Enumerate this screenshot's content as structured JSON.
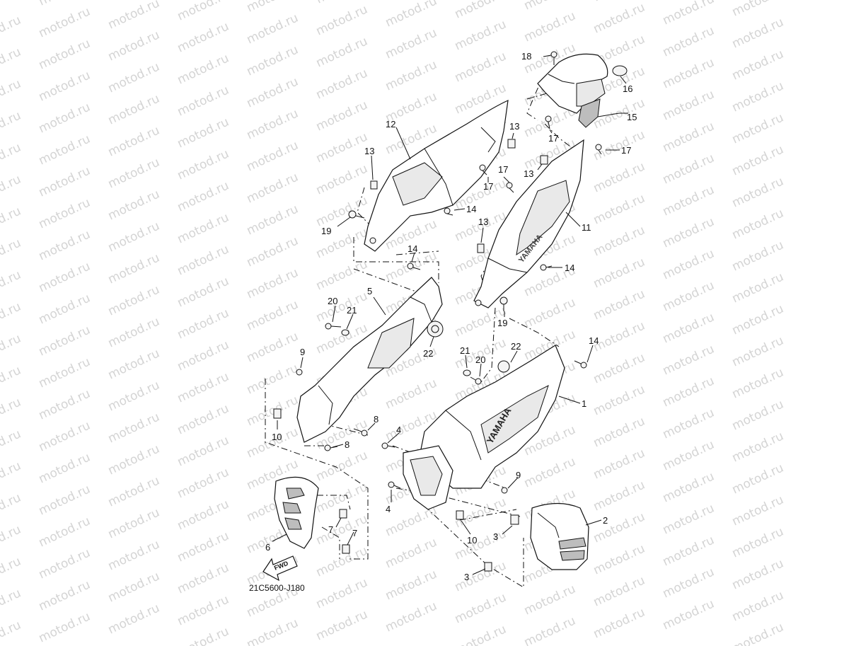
{
  "diagram": {
    "watermark": "motod.ru",
    "code": "21C5600-J180",
    "fwd_label": "FWD",
    "callouts": {
      "c1": "1",
      "c2": "2",
      "c3a": "3",
      "c3b": "3",
      "c4a": "4",
      "c4b": "4",
      "c5": "5",
      "c6": "6",
      "c7a": "7",
      "c7b": "7",
      "c8a": "8",
      "c8b": "8",
      "c9a": "9",
      "c9b": "9",
      "c10a": "10",
      "c10b": "10",
      "c11": "11",
      "c12": "12",
      "c13a": "13",
      "c13b": "13",
      "c13c": "13",
      "c13d": "13",
      "c14a": "14",
      "c14b": "14",
      "c14c": "14",
      "c14d": "14",
      "c15": "15",
      "c16": "16",
      "c17a": "17",
      "c17b": "17",
      "c17c": "17",
      "c17d": "17",
      "c18": "18",
      "c19a": "19",
      "c19b": "19",
      "c20a": "20",
      "c20b": "20",
      "c21a": "21",
      "c21b": "21",
      "c22a": "22",
      "c22b": "22"
    },
    "brand_text": "YAMAHA"
  }
}
